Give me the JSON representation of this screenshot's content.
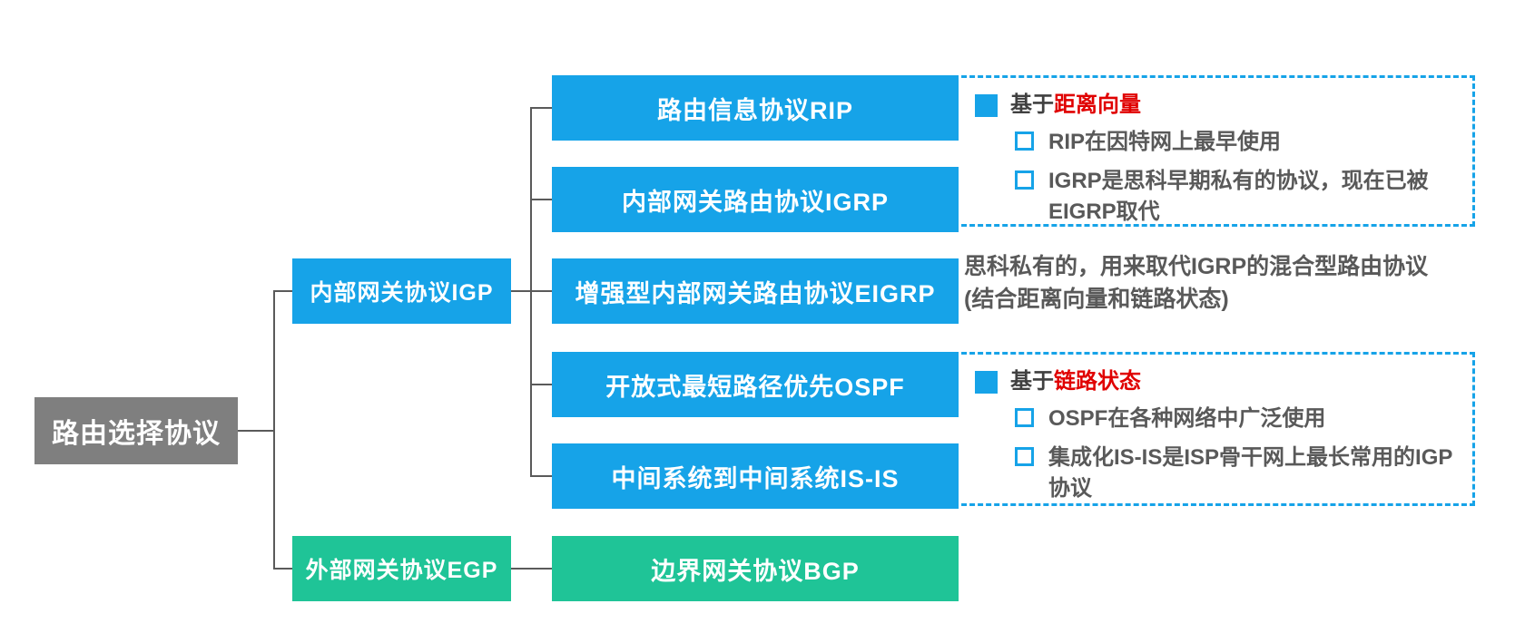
{
  "palette": {
    "node_blue": "#16a3e8",
    "node_green": "#1fc497",
    "node_gray": "#7f7f7f",
    "connector_line": "#5a5a5a",
    "note_text_gray": "#595959",
    "highlight_red": "#e00000",
    "background": "#ffffff"
  },
  "root": {
    "label": "路由选择协议"
  },
  "level2": [
    {
      "id": "igp",
      "label": "内部网关协议IGP"
    },
    {
      "id": "egp",
      "label": "外部网关协议EGP"
    }
  ],
  "leaves": [
    {
      "id": "rip",
      "label": "路由信息协议RIP",
      "color": "blue"
    },
    {
      "id": "igrp",
      "label": "内部网关路由协议IGRP",
      "color": "blue"
    },
    {
      "id": "eigrp",
      "label": "增强型内部网关路由协议EIGRP",
      "color": "blue"
    },
    {
      "id": "ospf",
      "label": "开放式最短路径优先OSPF",
      "color": "blue"
    },
    {
      "id": "isis",
      "label": "中间系统到中间系统IS-IS",
      "color": "blue"
    },
    {
      "id": "bgp",
      "label": "边界网关协议BGP",
      "color": "green"
    }
  ],
  "notes": {
    "distance_vector": {
      "header_prefix": "基于",
      "header_highlight": "距离向量",
      "bullets": [
        "RIP在因特网上最早使用",
        "IGRP是思科早期私有的协议，现在已被EIGRP取代"
      ]
    },
    "eigrp": {
      "line1": "思科私有的，用来取代IGRP的混合型路由协议",
      "line2": "(结合距离向量和链路状态)"
    },
    "link_state": {
      "header_prefix": "基于",
      "header_highlight": "链路状态",
      "bullets": [
        "OSPF在各种网络中广泛使用",
        "集成化IS-IS是ISP骨干网上最长常用的IGP协议"
      ]
    }
  }
}
